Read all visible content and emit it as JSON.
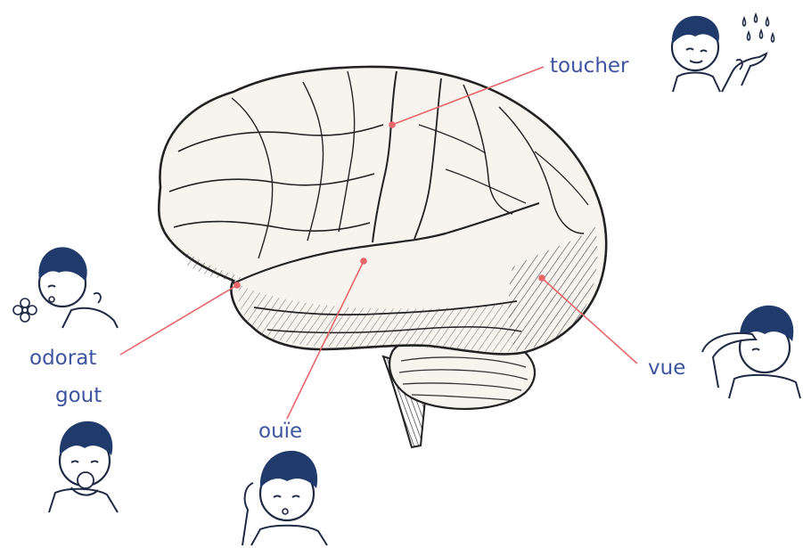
{
  "labels": {
    "touch": "toucher",
    "smell": "odorat",
    "taste": "gout",
    "hearing": "ouïe",
    "sight": "vue"
  },
  "colors": {
    "label_text": "#3d55a0",
    "leader_line": "#e8656a",
    "illustration_stroke": "#1f2a44",
    "child_hair": "#1f3a6b",
    "brain_fill": "#f7f4ee"
  },
  "icons": {
    "brain": "engraved-brain-illustration",
    "touch": "child-feeling-rain-drops",
    "smell": "child-smelling-flower",
    "taste": "child-eating",
    "hearing": "child-cupping-ear",
    "sight": "child-shading-eyes"
  }
}
